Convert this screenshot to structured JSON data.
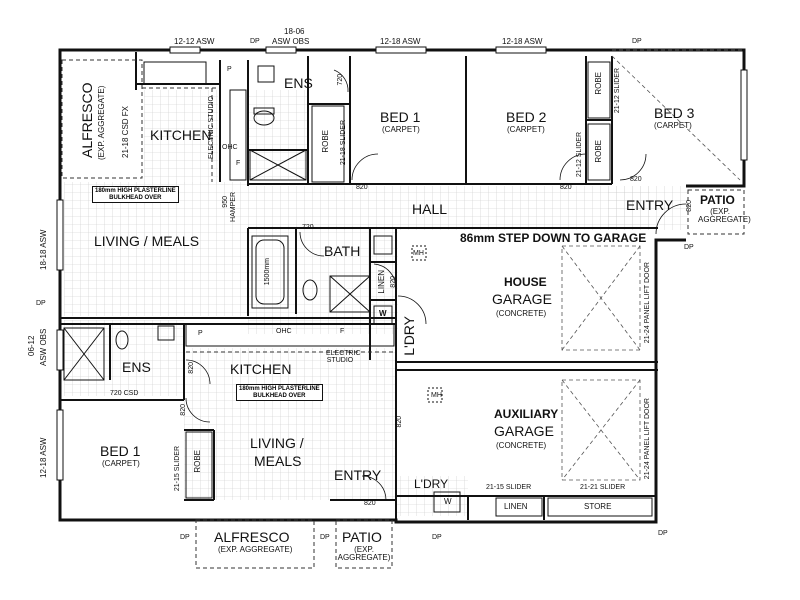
{
  "rooms": {
    "alfresco_top": "ALFRESCO",
    "alfresco_top_sub": "(EXP. AGGREGATE)",
    "kitchen_top": "KITCHEN",
    "ens_top": "ENS",
    "robe_ens": "ROBE",
    "bed1_top": "BED 1",
    "bed1_top_sub": "(CARPET)",
    "bed2": "BED 2",
    "bed2_sub": "(CARPET)",
    "bed3": "BED 3",
    "bed3_sub": "(CARPET)",
    "robe_bed2": "ROBE",
    "robe_bed3": "ROBE",
    "hall": "HALL",
    "entry_top": "ENTRY",
    "patio_top": "PATIO",
    "patio_top_sub": "(EXP. AGGREGATE)",
    "living_top": "LIVING / MEALS",
    "bath": "BATH",
    "linen_top": "LINEN",
    "laundry_top": "L'DRY",
    "step_down": "86mm STEP DOWN TO GARAGE",
    "house_garage_1": "HOUSE",
    "house_garage_2": "GARAGE",
    "house_garage_sub": "(CONCRETE)",
    "ens_bottom": "ENS",
    "kitchen_bottom": "KITCHEN",
    "living_bottom_1": "LIVING /",
    "living_bottom_2": "MEALS",
    "entry_bottom": "ENTRY",
    "bed1_bottom": "BED 1",
    "bed1_bottom_sub": "(CARPET)",
    "robe_bottom": "ROBE",
    "aux_garage_1": "AUXILIARY",
    "aux_garage_2": "GARAGE",
    "aux_garage_sub": "(CONCRETE)",
    "laundry_bottom": "L'DRY",
    "linen_bottom": "LINEN",
    "store": "STORE",
    "alfresco_bottom": "ALFRESCO",
    "alfresco_bottom_sub": "(EXP. AGGREGATE)",
    "patio_bottom": "PATIO",
    "patio_bottom_sub": "(EXP. AGGREGATE)"
  },
  "notes": {
    "bulkhead_top_1": "180mm HIGH PLASTERLINE",
    "bulkhead_top_2": "BULKHEAD OVER",
    "bulkhead_bottom_1": "180mm HIGH PLASTERLINE",
    "bulkhead_bottom_2": "BULKHEAD OVER",
    "electric_studio_top": "ELECTRIC STUDIO",
    "electric_studio_bottom": "ELECTRIC STUDIO",
    "hamper": "HAMPER",
    "hamper_950": "950",
    "bath_size": "1500mm",
    "mh_top": "MH",
    "mh_bottom": "MH",
    "slider_ens": "21-18 SLIDER",
    "slider_bed2": "21-12 SLIDER",
    "slider_bed3": "21-12 SLIDER",
    "slider_bed1_bottom": "21-15 SLIDER",
    "slider_linen": "21-15 SLIDER",
    "slider_store": "21-21 SLIDER",
    "panel_door_house": "21-24 PANEL LIFT DOOR",
    "panel_door_aux": "21-24 PANEL LIFT DOOR",
    "fx_top": "21-18 CSD FX",
    "csd_bottom": "720 CSD"
  },
  "windows": {
    "w_12_12": "12-12 ASW",
    "w_18_06_a": "18-06",
    "w_18_06_b": "ASW OBS",
    "w_12_18_bed1": "12-18 ASW",
    "w_12_18_bed2": "12-18 ASW",
    "w_18_18_left": "18-18 ASW",
    "w_06_12_a": "06-12",
    "w_06_12_b": "ASW OBS",
    "w_12_18_left_bottom": "12-18 ASW"
  },
  "doors": {
    "d720_ens": "720",
    "d820_bed1": "820",
    "d820_bed2": "820",
    "d820_bed3": "820",
    "d820_entry": "820",
    "d720_bath": "720",
    "d820_linen": "820",
    "d820_ldry": "820",
    "d820_ens_b": "820",
    "d820_bed1_b": "820",
    "d820_entry_b": "820"
  },
  "fixtures": {
    "p": "P",
    "f": "F",
    "ohc": "OHC",
    "w": "W"
  },
  "downpipes": {
    "dp": "DP"
  }
}
